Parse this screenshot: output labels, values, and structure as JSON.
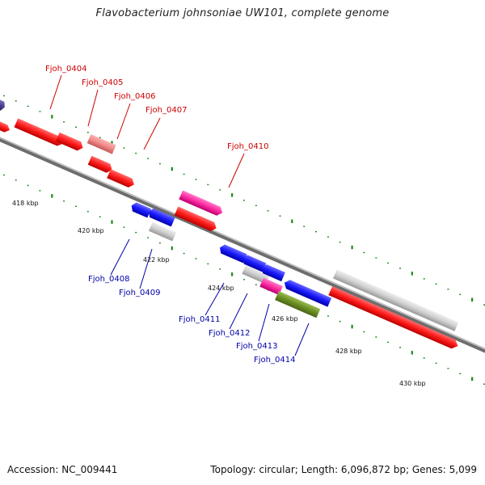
{
  "title": "Flavobacterium johnsoniae UW101, complete genome",
  "footer": {
    "accession": "Accession: NC_009441",
    "summary": "Topology: circular; Length: 6,096,872 bp; Genes: 5,099"
  },
  "scale_labels": [
    "418 kbp",
    "420 kbp",
    "422 kbp",
    "424 kbp",
    "426 kbp",
    "428 kbp",
    "430 kbp"
  ],
  "gene_labels": {
    "upper": [
      "Fjoh_0404",
      "Fjoh_0405",
      "Fjoh_0406",
      "Fjoh_0407",
      "Fjoh_0410"
    ],
    "lower": [
      "Fjoh_0408",
      "Fjoh_0409",
      "Fjoh_0411",
      "Fjoh_0412",
      "Fjoh_0413",
      "Fjoh_0414"
    ]
  },
  "colors": {
    "forward_cds": "#ff1a1a",
    "reverse_cds": "#1a1aff",
    "rna_gene": "#ff2aa0",
    "pseudo_gene": "#f28a8a",
    "other_feature": "#cfcfcf",
    "olive_feature": "#6b8e23",
    "purple_feature": "#4a3f8f",
    "upper_label": "#cc0000",
    "lower_label": "#0000aa",
    "tick": "#1a8a1a",
    "backbone": "#888888"
  }
}
